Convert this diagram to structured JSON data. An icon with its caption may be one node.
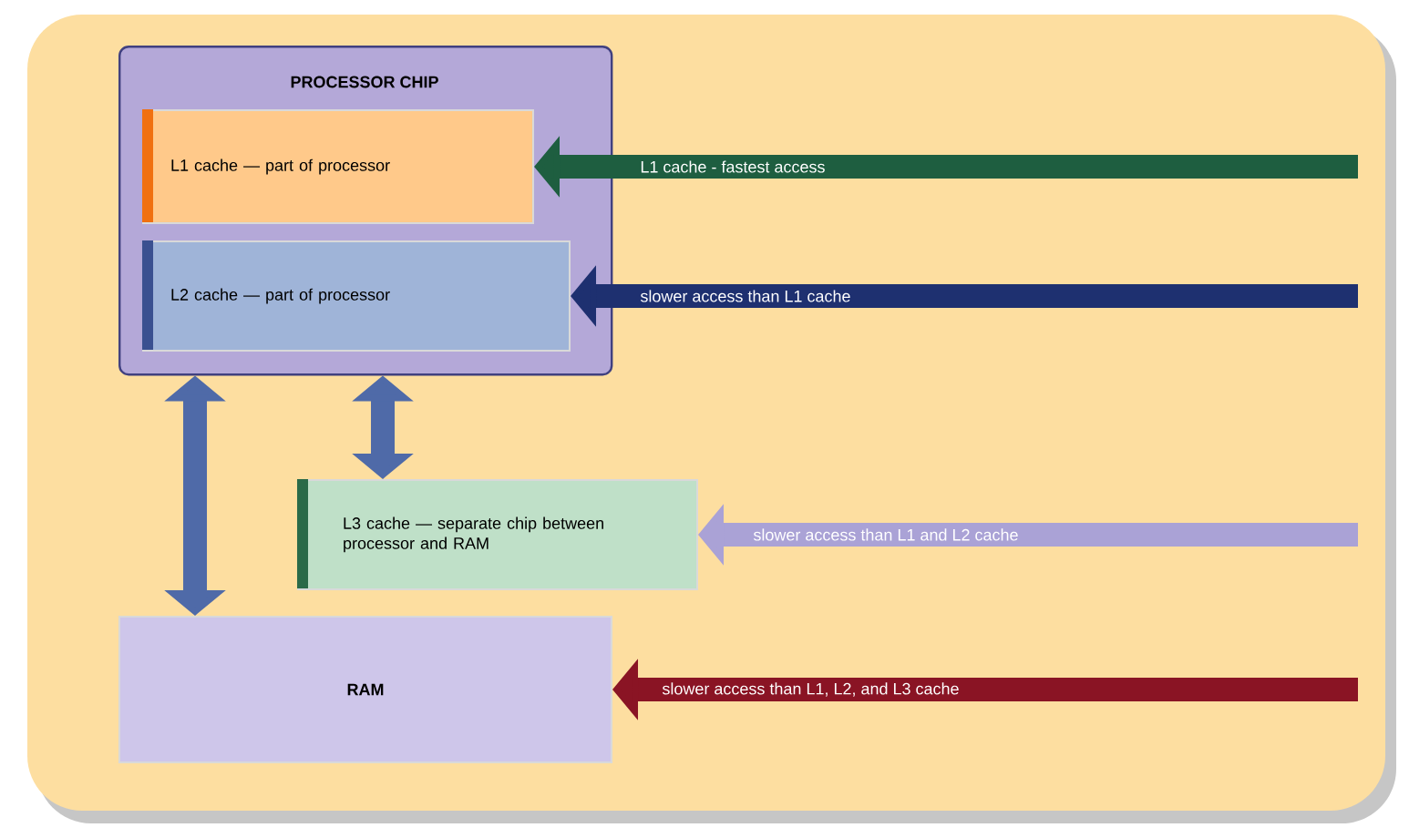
{
  "diagram": {
    "nodes": [
      {
        "text": [
          "PROCESSOR CHIP"
        ]
      },
      {
        "text": [
          "L1 cache — part of processor"
        ],
        "in": 0
      },
      {
        "text": [
          "L2 cache — part of processor"
        ],
        "in": 0
      },
      {
        "text": [
          "L3 cache — separate chip between processor and RAM"
        ]
      },
      {
        "text": [
          "RAM"
        ]
      }
    ],
    "edges": [
      {
        "from": null,
        "to": 1,
        "arrow": "to",
        "label": "L1 cache - fastest access",
        "color": "#1e5e40"
      },
      {
        "from": null,
        "to": 2,
        "arrow": "to",
        "label": "slower access than L1 cache",
        "color": "#1e3070"
      },
      {
        "from": null,
        "to": 3,
        "arrow": "to",
        "label": "slower access than L1 and L2 cache",
        "color": "#aaa2d6"
      },
      {
        "from": null,
        "to": 4,
        "arrow": "to",
        "label": "slower access than L1, L2, and L3 cache",
        "color": "#8a1424"
      },
      {
        "from": 0,
        "to": 4,
        "arrow": "both",
        "color": "#4f6aa8"
      },
      {
        "from": 0,
        "to": 3,
        "arrow": "both",
        "color": "#4f6aa8"
      }
    ]
  }
}
